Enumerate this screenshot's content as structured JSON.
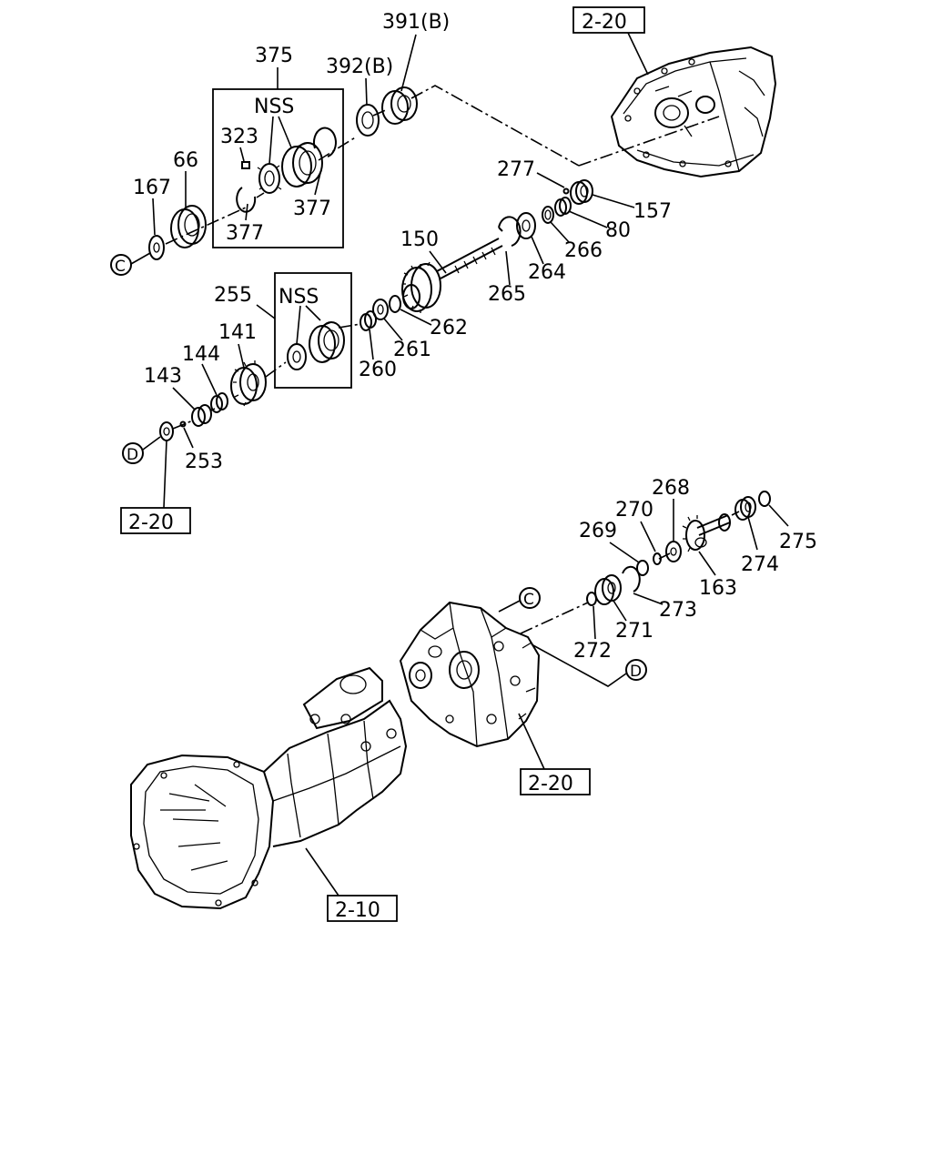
{
  "labels": {
    "p391b": "391(B)",
    "p392b": "392(B)",
    "p375": "375",
    "nss_top": "NSS",
    "p323": "323",
    "p66": "66",
    "p167": "167",
    "p377a": "377",
    "p377b": "377",
    "p277": "277",
    "p157": "157",
    "p80": "80",
    "p266": "266",
    "p264": "264",
    "p150": "150",
    "p265": "265",
    "p262": "262",
    "p261": "261",
    "p260": "260",
    "p255": "255",
    "nss_mid": "NSS",
    "p141": "141",
    "p144": "144",
    "p143": "143",
    "p253": "253",
    "p268": "268",
    "p270": "270",
    "p269": "269",
    "p275": "275",
    "p274": "274",
    "p163": "163",
    "p273": "273",
    "p271": "271",
    "p272": "272"
  },
  "references": {
    "top_right": "2-20",
    "left_mid": "2-20",
    "case_bottom": "2-20",
    "transmission": "2-10"
  },
  "connectors": {
    "c_left": "C",
    "d_left": "D",
    "c_right": "C",
    "d_right": "D"
  }
}
